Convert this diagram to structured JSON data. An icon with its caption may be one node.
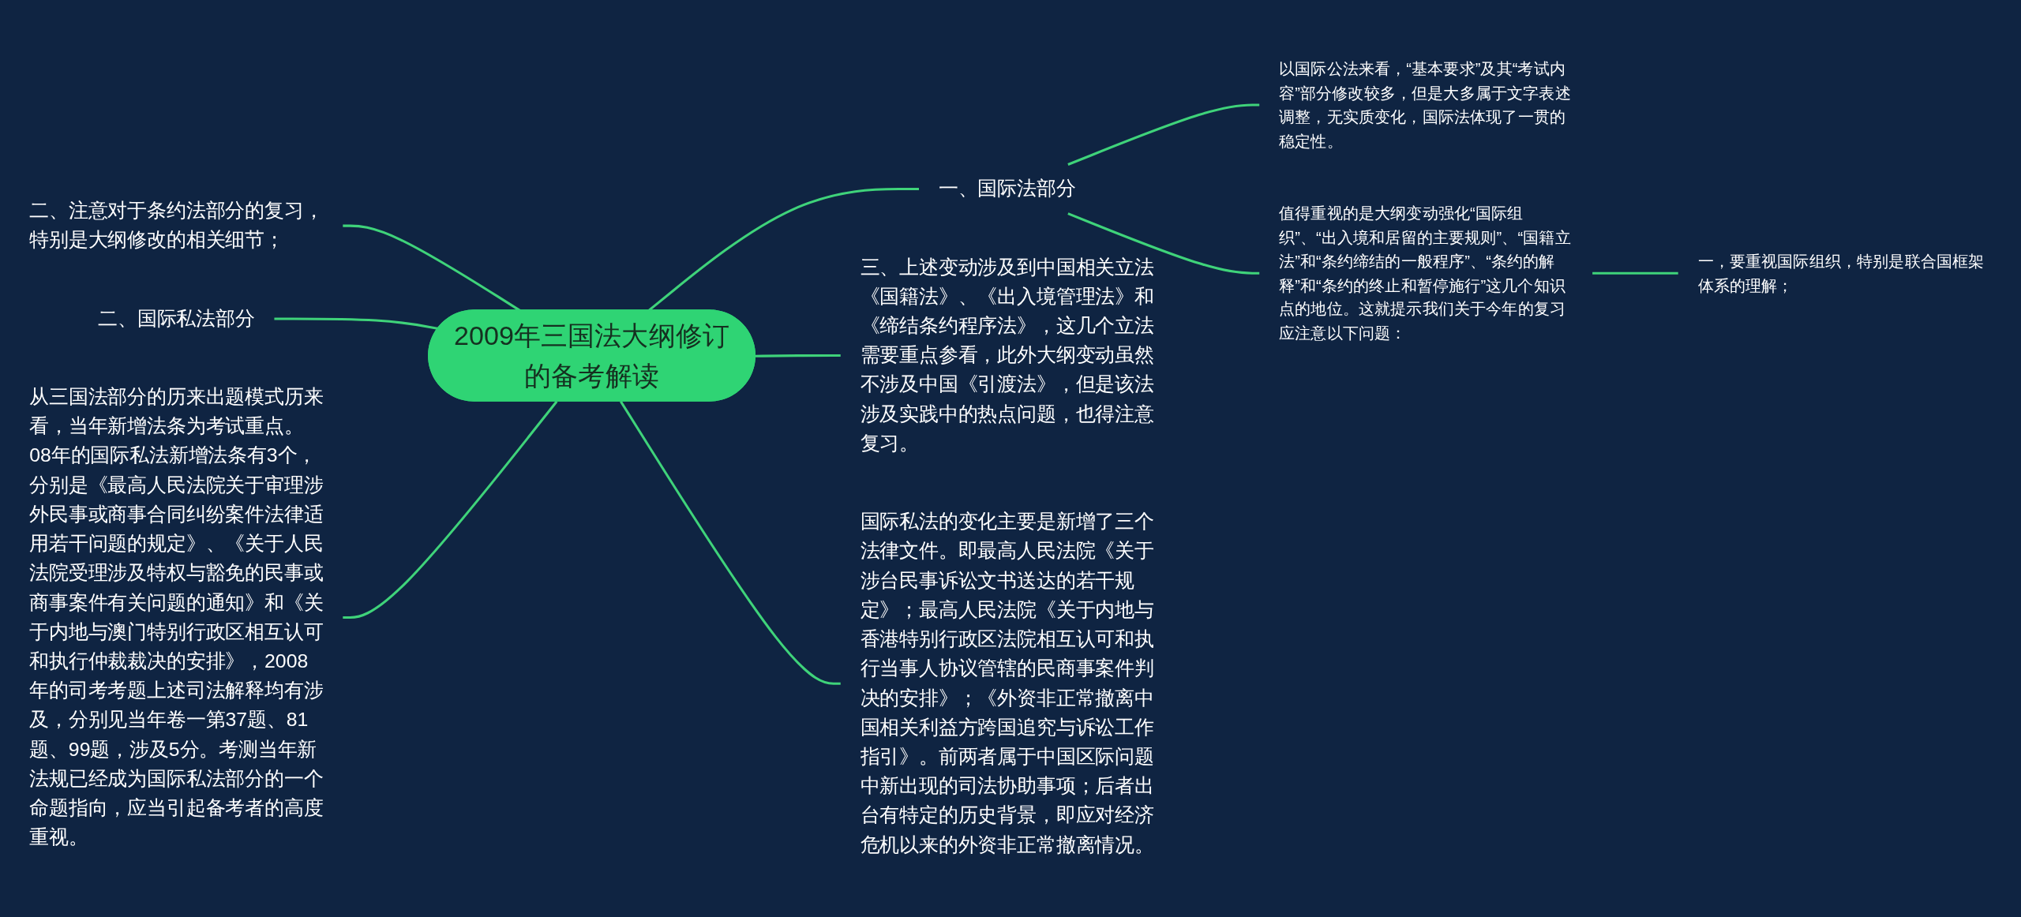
{
  "diagram": {
    "nodes": [
      {
        "text": [
          "2009年三国法大纲修订的备考解读"
        ]
      },
      {
        "text": [
          "一、国际法部分"
        ]
      },
      {
        "text": [
          "以国际公法来看，“基本要求”及其“考试内容”部分修改较多，但是大多属于文字表述调整，无实质变化，国际法体现了一贯的稳定性。"
        ]
      },
      {
        "text": [
          "值得重视的是大纲变动强化“国际组织”、“出入境和居留的主要规则”、“国籍立法”和“条约缔结的一般程序”、“条约的解释”和“条约的终止和暂停施行”这几个知识点的地位。这就提示我们关于今年的复习应注意以下问题："
        ]
      },
      {
        "text": [
          "一，要重视国际组织，特别是联合国框架体系的理解；"
        ]
      },
      {
        "text": [
          "二、注意对于条约法部分的复习，特别是大纲修改的相关细节；"
        ]
      },
      {
        "text": [
          "三、上述变动涉及到中国相关立法《国籍法》、《出入境管理法》和《缔结条约程序法》，这几个立法需要重点参看，此外大纲变动虽然不涉及中国《引渡法》，但是该法涉及实践中的热点问题，也得注意复习。"
        ]
      },
      {
        "text": [
          "二、国际私法部分"
        ]
      },
      {
        "text": [
          "国际私法的变化主要是新增了三个法律文件。即最高人民法院《关于涉台民事诉讼文书送达的若干规定》；最高人民法院《关于内地与香港特别行政区法院相互认可和执行当事人协议管辖的民商事案件判决的安排》；《外资非正常撤离中国相关利益方跨国追究与诉讼工作指引》。前两者属于中国区际问题中新出现的司法协助事项；后者出台有特定的历史背景，即应对经济危机以来的外资非正常撤离情况。"
        ]
      },
      {
        "text": [
          "从三国法部分的历来出题模式历来看，当年新增法条为考试重点。08年的国际私法新增法条有3个，分别是《最高人民法院关于审理涉外民事或商事合同纠纷案件法律适用若干问题的规定》、《关于人民法院受理涉及特权与豁免的民事或商事案件有关问题的通知》和《关于内地与澳门特别行政区相互认可和执行仲裁裁决的安排》，2008年的司考考题上述司法解释均有涉及，分别见当年卷一第37题、81题、99题，涉及5分。考测当年新法规已经成为国际私法部分的一个命题指向，应当引起备考者的高度重视。"
        ]
      }
    ],
    "edges": [
      {
        "from": 0,
        "to": 1,
        "arrow": "none"
      },
      {
        "from": 1,
        "to": 2,
        "arrow": "none"
      },
      {
        "from": 1,
        "to": 3,
        "arrow": "none"
      },
      {
        "from": 3,
        "to": 4,
        "arrow": "none"
      },
      {
        "from": 5,
        "to": 0,
        "arrow": "none"
      },
      {
        "from": 0,
        "to": 6,
        "arrow": "none"
      },
      {
        "from": 7,
        "to": 0,
        "arrow": "none"
      },
      {
        "from": 0,
        "to": 8,
        "arrow": "none"
      },
      {
        "from": 9,
        "to": 0,
        "arrow": "none"
      }
    ]
  }
}
